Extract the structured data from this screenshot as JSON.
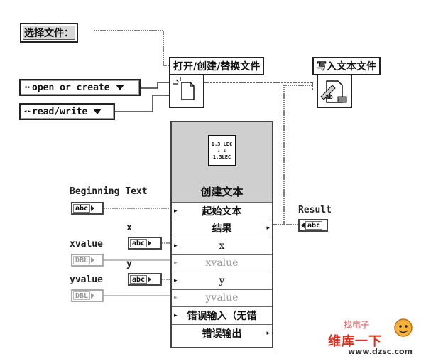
{
  "path_constant": "选择文件：",
  "enum_open_or_create": "open or create",
  "enum_read_write": "read/write",
  "open_vi_label": "打开/创建/替换文件",
  "write_vi_label": "写入文本文件",
  "express_node": {
    "title": "创建文本",
    "icon_lines": [
      "1.3 LEC",
      "↓  ↓",
      "1.3LEC"
    ],
    "terminals": [
      "起始文本",
      "结果",
      "x",
      "xvalue",
      "y",
      "yvalue",
      "错误输入（无错",
      "错误输出"
    ]
  },
  "controls": {
    "beginning_text_label": "Beginning Text",
    "beginning_text_type": "abc",
    "x_label": "x",
    "x_type": "abc",
    "xvalue_label": "xvalue",
    "xvalue_type": "DBL",
    "y_label": "y",
    "y_type": "abc",
    "yvalue_label": "yvalue",
    "yvalue_type": "DBL",
    "result_label": "Result",
    "result_type": "abc"
  },
  "watermark": {
    "top": "找电子",
    "brand": "维库一下",
    "url": "www.dzsc.com"
  }
}
